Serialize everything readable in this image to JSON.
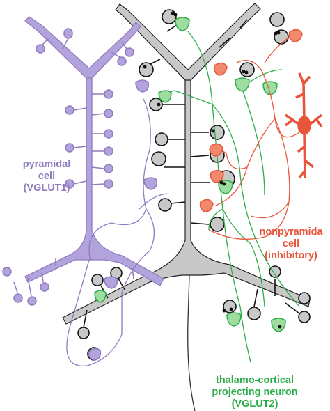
{
  "labels": {
    "pyramidal": {
      "line1": "pyramidal",
      "line2": "cell",
      "line3": "(VGLUT1)"
    },
    "nonpyramidal": {
      "line1": "nonpyramida",
      "line2": "cell",
      "line3": "(inhibitory)"
    },
    "thalamo": {
      "line1": "thalamo-cortical",
      "line2": "projecting neuron",
      "line3": "(VGLUT2)"
    }
  },
  "colors": {
    "pyramidal": "#8f7bbf",
    "pyramidal_fill": "#b3a3dc",
    "gray_cell": "#c6c6c6",
    "nonpyramidal": "#e8553a",
    "thalamo": "#2bae4a",
    "thalamo_fill": "#9fdc9f",
    "ink": "#111111"
  }
}
